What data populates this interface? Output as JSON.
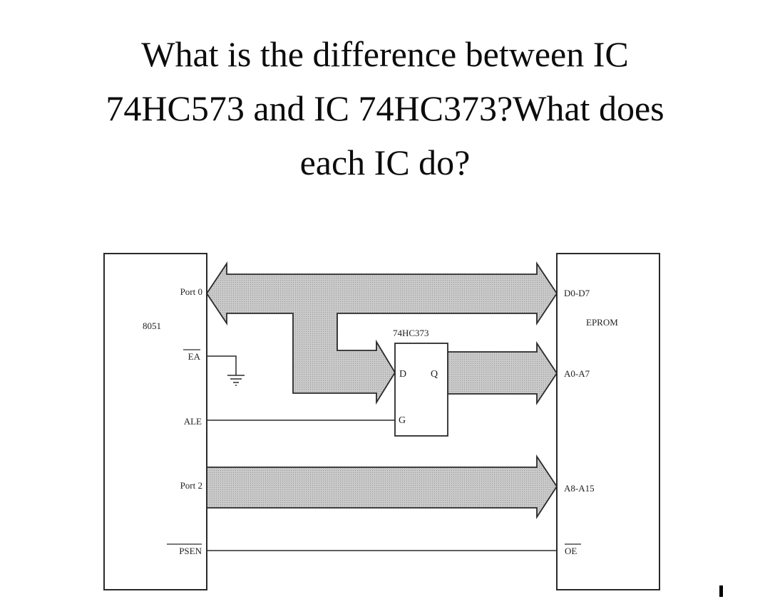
{
  "question": {
    "line1": "What is the difference between IC",
    "line2": "74HC573 and IC 74HC373?What does",
    "line3": "each IC do?"
  },
  "diagram": {
    "mcu": {
      "name": "8051",
      "pins": {
        "port0": "Port 0",
        "ea": "EA",
        "ale": "ALE",
        "port2": "Port 2",
        "psen": "PSEN"
      }
    },
    "latch": {
      "name": "74HC373",
      "pins": {
        "d": "D",
        "q": "Q",
        "g": "G"
      }
    },
    "eprom": {
      "name": "EPROM",
      "pins": {
        "data": "D0-D7",
        "addr_low": "A0-A7",
        "addr_high": "A8-A15",
        "oe": "OE"
      }
    },
    "colors": {
      "bus_fill": "#c4c4c4",
      "line": "#2a2a2a"
    }
  }
}
